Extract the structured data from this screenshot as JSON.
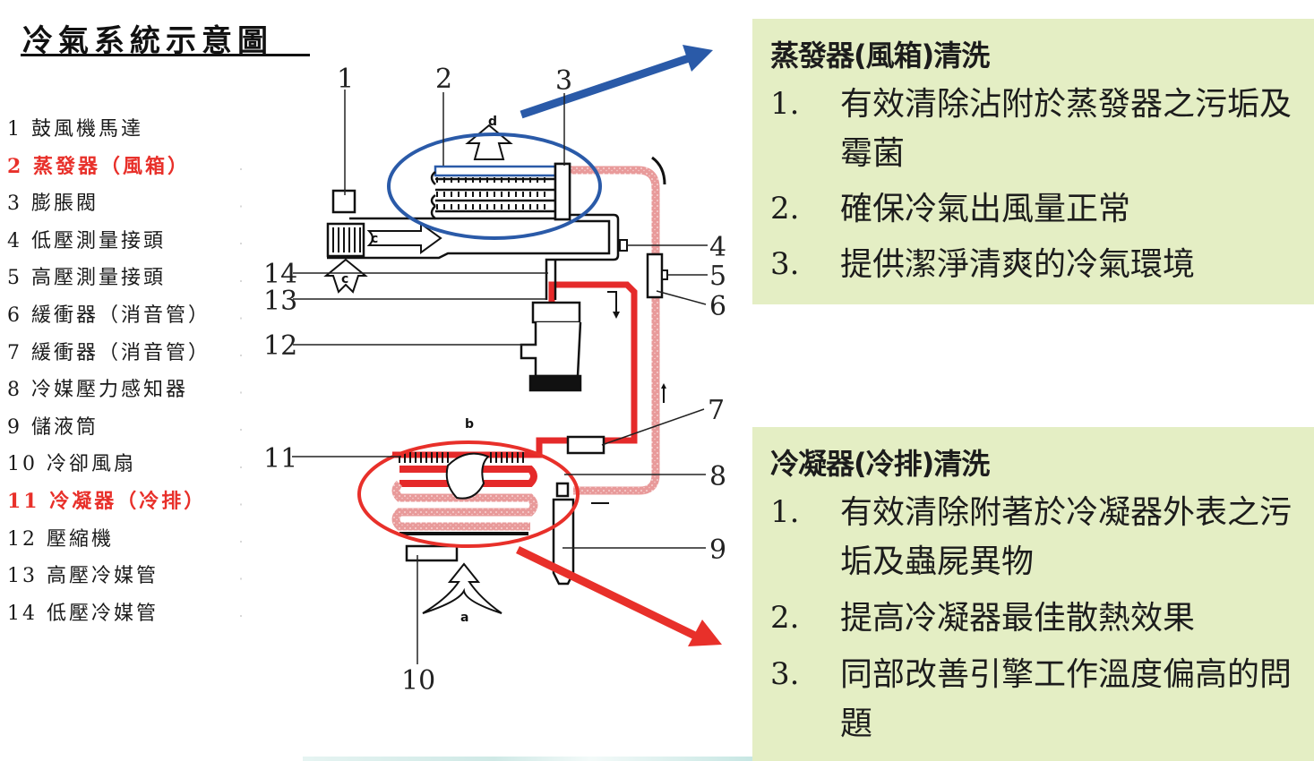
{
  "title": "冷氣系統示意圖",
  "legend": [
    {
      "num": "1",
      "label": "鼓風機馬達",
      "highlight": false
    },
    {
      "num": "2",
      "label": "蒸發器（風箱）",
      "highlight": true
    },
    {
      "num": "3",
      "label": "膨脹閥",
      "highlight": false
    },
    {
      "num": "4",
      "label": "低壓測量接頭",
      "highlight": false
    },
    {
      "num": "5",
      "label": "高壓測量接頭",
      "highlight": false
    },
    {
      "num": "6",
      "label": "緩衝器（消音管）",
      "highlight": false
    },
    {
      "num": "7",
      "label": "緩衝器（消音管）",
      "highlight": false
    },
    {
      "num": "8",
      "label": "冷媒壓力感知器",
      "highlight": false
    },
    {
      "num": "9",
      "label": "儲液筒",
      "highlight": false
    },
    {
      "num": "10",
      "label": "冷卻風扇",
      "highlight": false
    },
    {
      "num": "11",
      "label": "冷凝器（冷排）",
      "highlight": true
    },
    {
      "num": "12",
      "label": "壓縮機",
      "highlight": false
    },
    {
      "num": "13",
      "label": "高壓冷媒管",
      "highlight": false
    },
    {
      "num": "14",
      "label": "低壓冷媒管",
      "highlight": false
    }
  ],
  "diagram": {
    "callouts": [
      "1",
      "2",
      "3",
      "4",
      "5",
      "6",
      "7",
      "8",
      "9",
      "10",
      "11",
      "12",
      "13",
      "14"
    ],
    "airflow_labels": {
      "evaporator_out": "d",
      "blower_in": "c",
      "blower_flow": "c",
      "condenser_out": "b",
      "fan_in": "a"
    },
    "colors": {
      "evaporator_highlight": "#2a5aa8",
      "condenser_highlight": "#e8302a",
      "high_pressure_pipe": "#e52a2a",
      "low_pressure_pipe": "#e89898",
      "line": "#111111"
    }
  },
  "panels": [
    {
      "title": "蒸發器(風箱)清洗",
      "items": [
        {
          "idx": "1.",
          "text": "有效清除沾附於蒸發器之污垢及霉菌"
        },
        {
          "idx": "2.",
          "text": "確保冷氣出風量正常"
        },
        {
          "idx": "3.",
          "text": "提供潔淨清爽的冷氣環境"
        }
      ]
    },
    {
      "title": "冷凝器(冷排)清洗",
      "items": [
        {
          "idx": "1.",
          "text": "有效清除附著於冷凝器外表之污垢及蟲屍異物"
        },
        {
          "idx": "2.",
          "text": "提高冷凝器最佳散熱效果"
        },
        {
          "idx": "3.",
          "text": "同部改善引擎工作溫度偏高的問題"
        }
      ]
    }
  ],
  "theme": {
    "panel_bg": "#e4eec4",
    "highlight_text": "#e8302a"
  }
}
